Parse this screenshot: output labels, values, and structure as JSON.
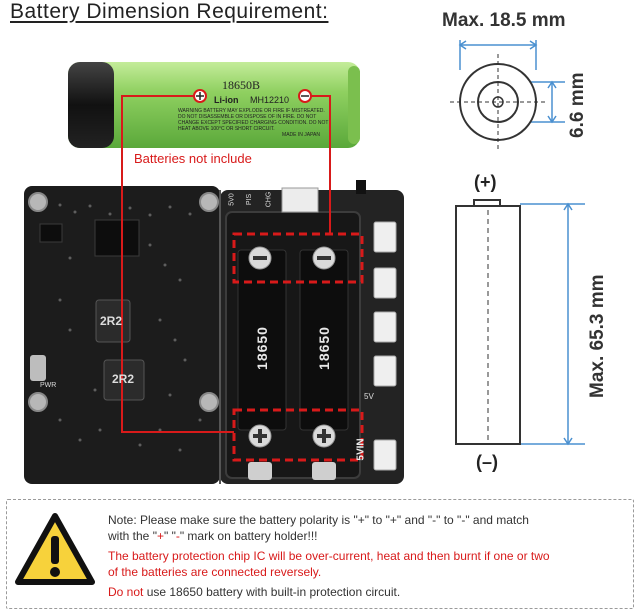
{
  "title": "Battery Dimension Requirement:",
  "battery_top": {
    "max_diameter": "Max. 18.5 mm",
    "height_label": "6.6 mm"
  },
  "battery_side": {
    "positive": "(+)",
    "negative": "(–)",
    "max_length": "Max. 65.3 mm"
  },
  "photo_battery": {
    "model": "18650B",
    "chem": "Li-ion",
    "code": "MH12210",
    "warning_lines": [
      "WARNING BATTERY MAY EXPLODE OR FIRE IF MISTREATED.",
      "DO NOT DISASSEMBLE OR DISPOSE OF IN FIRE. DO NOT",
      "CHANGE EXCEPT SPECIFIED CHARGING CONDITION. DO NOT",
      "HEAT ABOVE 100°C OR SHORT CIRCUIT."
    ],
    "made_in": "MADE IN JAPAN"
  },
  "callout": "Batteries not include",
  "board": {
    "cell_label": "18650",
    "inductor_label": "2R2",
    "pin_labels": [
      "5V0",
      "PIS",
      "CHG"
    ],
    "port_label": "5VIN",
    "pwr_label": "PWR",
    "side_label": "5V"
  },
  "note": {
    "line1_a": "Note: Please make sure the battery polarity is \"+\" to \"+\" and \"-\" to \"-\" and match",
    "line2_a": "with the \"",
    "line2_plus": "+",
    "line2_b": "\" \"",
    "line2_minus": "-",
    "line2_c": "\" mark on battery holder!!!",
    "line3": "The battery protection chip IC will be over-current, heat and then burnt if one or two",
    "line4": "of the batteries are connected reversely.",
    "line5_red": "Do not",
    "line5_rest": " use 18650 battery with built-in protection circuit."
  },
  "colors": {
    "red": "#d81a1a",
    "battery_green": "#8fd060",
    "pcb": "#1c1c1c",
    "dim_line": "#4a90d0"
  }
}
